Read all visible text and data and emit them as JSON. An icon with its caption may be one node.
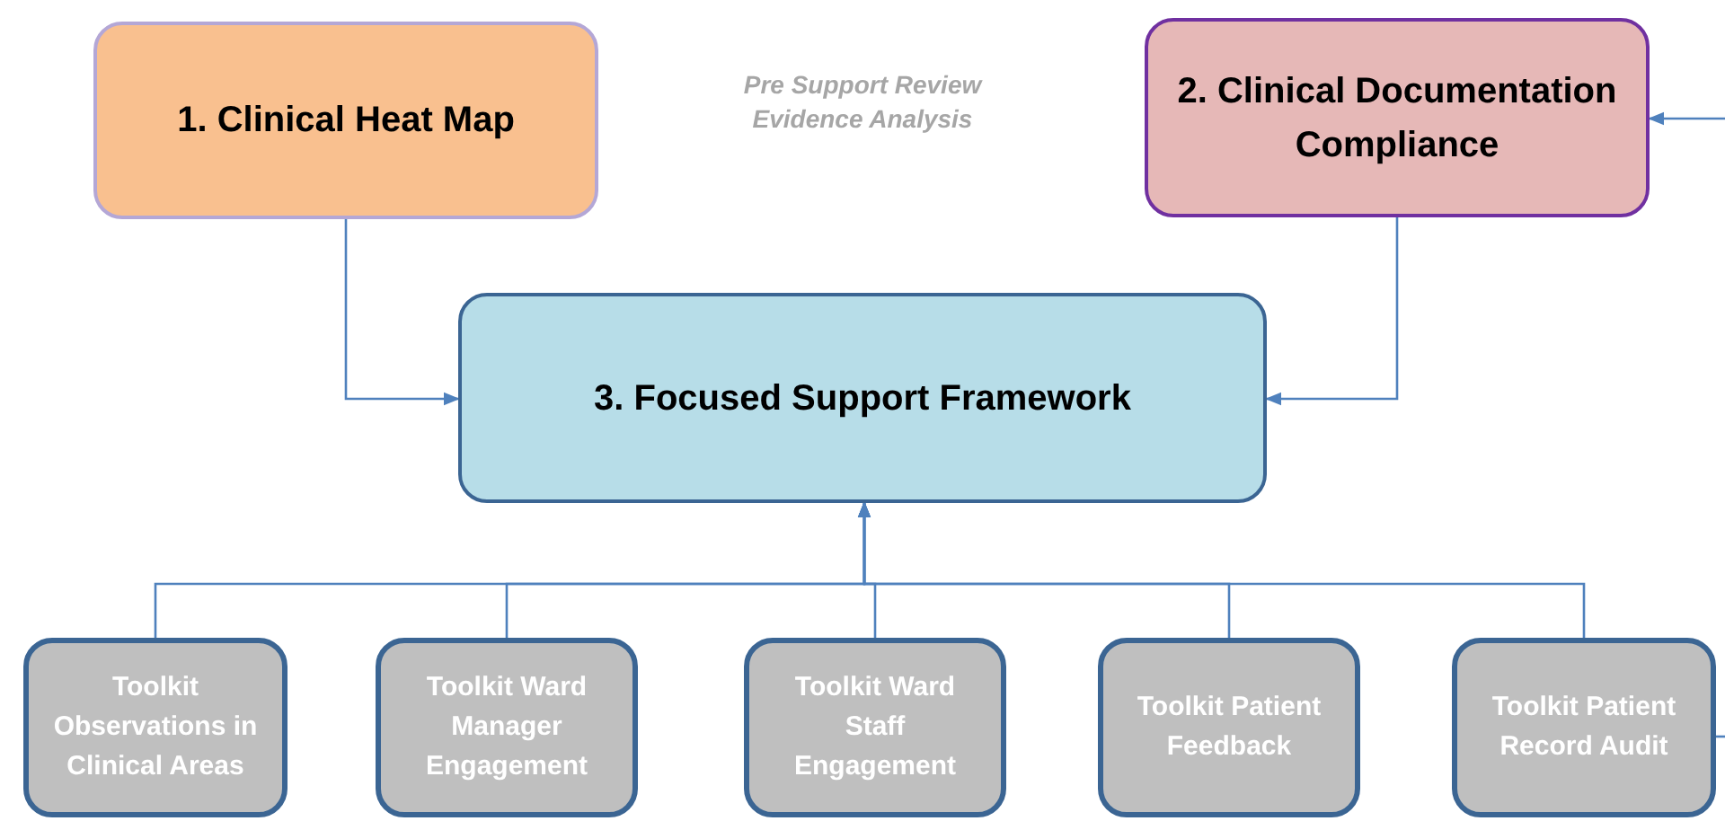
{
  "diagram": {
    "nodes": [
      {
        "text": [
          "1. Clinical Heat Map"
        ]
      },
      {
        "text": [
          "2. Clinical Documentation Compliance"
        ]
      },
      {
        "text": [
          "3. Focused Support Framework"
        ]
      },
      {
        "text": [
          "Toolkit Observations in Clinical Areas"
        ]
      },
      {
        "text": [
          "Toolkit Ward Manager Engagement"
        ]
      },
      {
        "text": [
          "Toolkit Ward Staff Engagement"
        ]
      },
      {
        "text": [
          "Toolkit Patient Feedback"
        ]
      },
      {
        "text": [
          "Toolkit Patient Record Audit"
        ]
      }
    ],
    "edges": [
      {
        "from": 0,
        "to": 2,
        "arrow": "to"
      },
      {
        "from": 1,
        "to": 2,
        "arrow": "to"
      },
      {
        "from": null,
        "to": 1,
        "arrow": "to"
      },
      {
        "from": 3,
        "to": 2,
        "arrow": "to"
      },
      {
        "from": 4,
        "to": 2,
        "arrow": "to"
      },
      {
        "from": 5,
        "to": 2,
        "arrow": "to"
      },
      {
        "from": 6,
        "to": 2,
        "arrow": "to"
      },
      {
        "from": 7,
        "to": 2,
        "arrow": "to"
      },
      {
        "from": 7,
        "to": null,
        "arrow": "none"
      }
    ],
    "labels": [
      "Pre Support Review Evidence Analysis"
    ]
  }
}
